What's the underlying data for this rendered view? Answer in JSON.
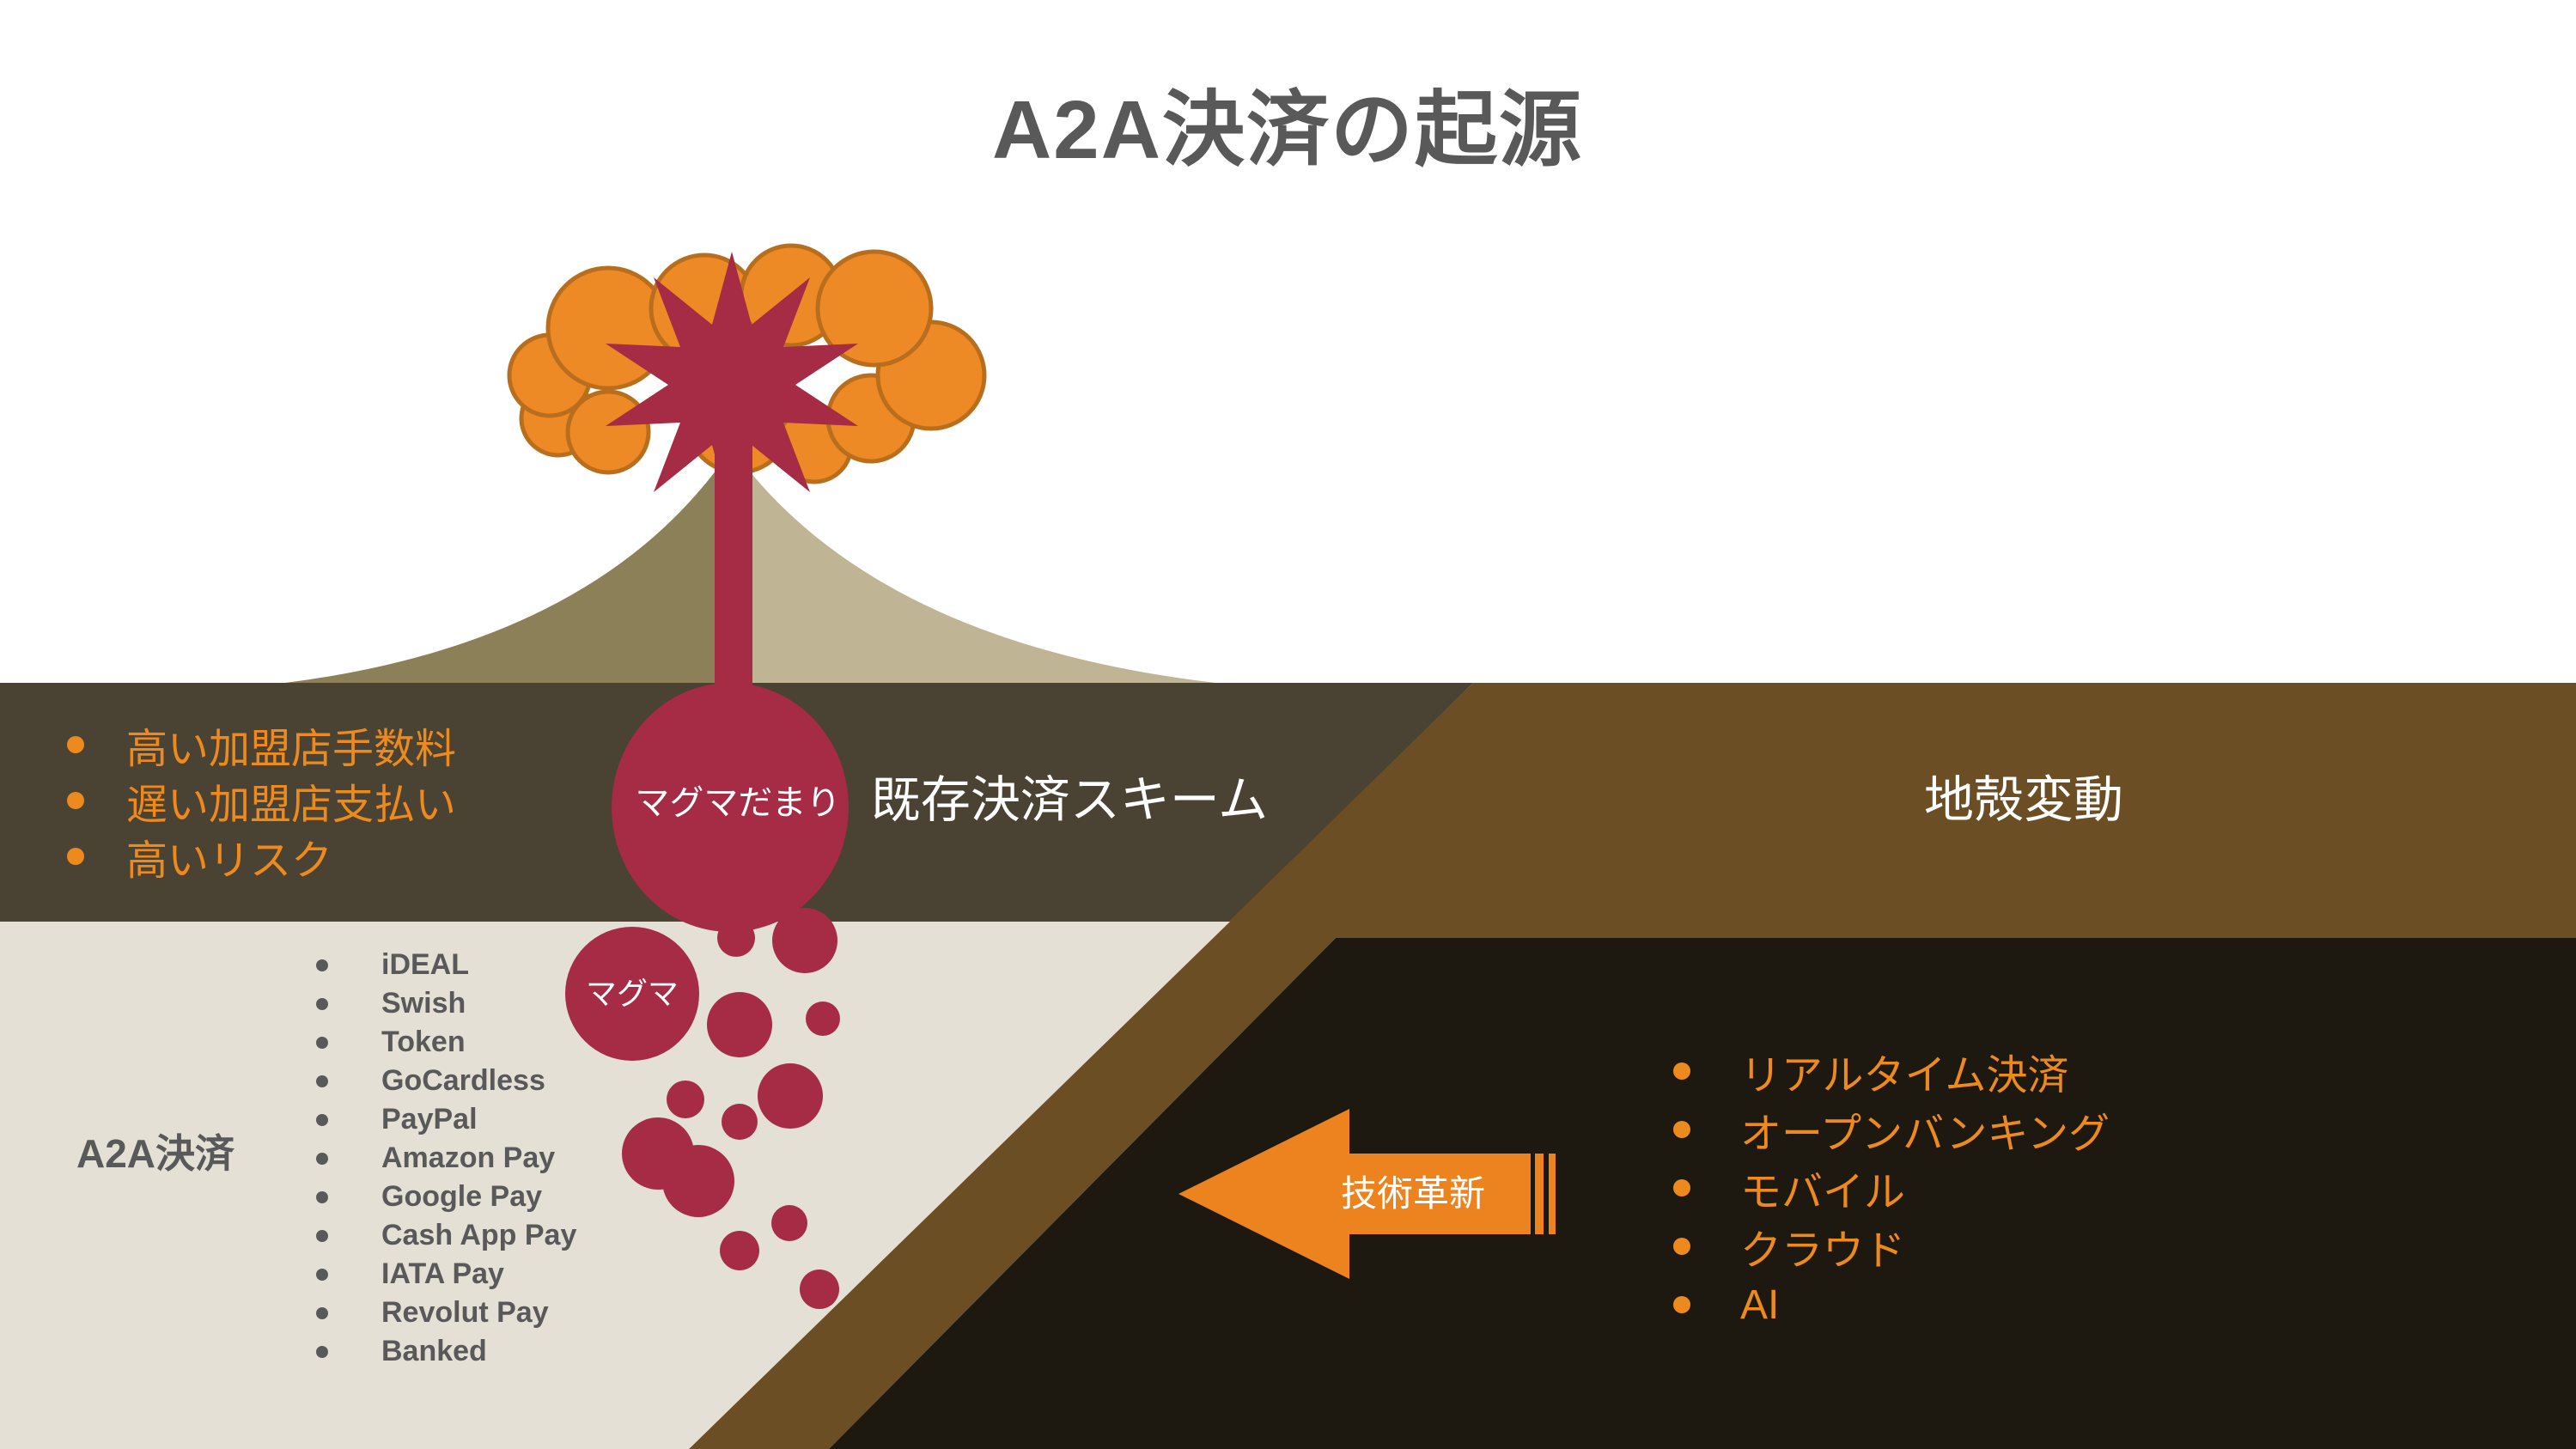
{
  "title": "A2A決済の起源",
  "colors": {
    "accent_orange": "#ED8A1E",
    "shape_orange": "#ED831F",
    "cloud_orange": "#ED8A25",
    "cloud_outline": "#B96E1E",
    "magma_crimson": "#A62B44",
    "band_dark_olive": "#4A4232",
    "band_golden_brown": "#6B4E23",
    "ground_beige": "#E5E0D5",
    "ground_black": "#1E1910",
    "volcano_left": "#8C8059",
    "volcano_right": "#BFB494",
    "text_gray": "#595959",
    "text_white": "#FFFFFF"
  },
  "volcano": {
    "magma_chamber_label": "マグマだまり",
    "magma_label": "マグマ"
  },
  "strata": {
    "legacy_label": "既存決済スキーム",
    "shift_label": "地殻変動"
  },
  "legacy_issues": {
    "items": [
      "高い加盟店手数料",
      "遅い加盟店支払い",
      "高いリスク"
    ]
  },
  "a2a": {
    "label": "A2A決済",
    "providers": [
      "iDEAL",
      "Swish",
      "Token",
      "GoCardless",
      "PayPal",
      "Amazon Pay",
      "Google Pay",
      "Cash App Pay",
      "IATA Pay",
      "Revolut Pay",
      "Banked"
    ]
  },
  "drivers": {
    "items": [
      "リアルタイム決済",
      "オープンバンキング",
      "モバイル",
      "クラウド",
      "AI"
    ]
  },
  "arrow": {
    "label": "技術革新"
  }
}
